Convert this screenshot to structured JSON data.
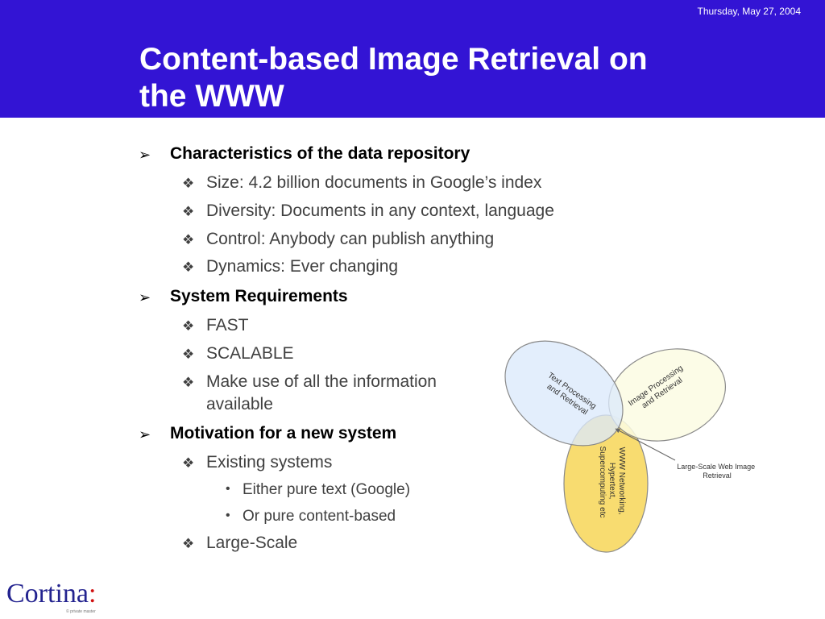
{
  "header": {
    "date": "Thursday, May 27, 2004",
    "title_line1": "Content-based Image Retrieval on",
    "title_line2": "the WWW"
  },
  "bullets": {
    "b1": "Characteristics of the data repository",
    "b1_s1": "Size: 4.2 billion documents in Google’s index",
    "b1_s2": "Diversity: Documents in any context, language",
    "b1_s3": "Control: Anybody can publish anything",
    "b1_s4": "Dynamics: Ever changing",
    "b2": "System Requirements",
    "b2_s1": "FAST",
    "b2_s2": "SCALABLE",
    "b2_s3_line1": "Make use of all the information",
    "b2_s3_line2": "available",
    "b3": "Motivation for a new system",
    "b3_s1": "Existing systems",
    "b3_s1_a": "Either pure text (Google)",
    "b3_s1_b": "Or pure content-based",
    "b3_s2": "Large-Scale"
  },
  "diagram": {
    "ellipse_text": {
      "line1": "Text Processing",
      "line2": "and Retrieval"
    },
    "ellipse_image": {
      "line1": "Image Processing",
      "line2": "and Retrieval"
    },
    "ellipse_www": {
      "line1": "WWW Networking,",
      "line2": "Hypertext,",
      "line3": "Supercomputing etc"
    },
    "callout": {
      "line1": "Large-Scale Web Image",
      "line2": "Retrieval"
    },
    "colors": {
      "text_fill": "#dbe9fb",
      "image_fill": "#fbfbe3",
      "www_fill": "#f8dc70",
      "stroke": "#8a8a8a"
    }
  },
  "footer": {
    "logo_word": "Cortina",
    "logo_colon": ":",
    "copyright": "© private master"
  },
  "markers": {
    "level1": "➢",
    "level2": "❖",
    "level3": "•"
  }
}
